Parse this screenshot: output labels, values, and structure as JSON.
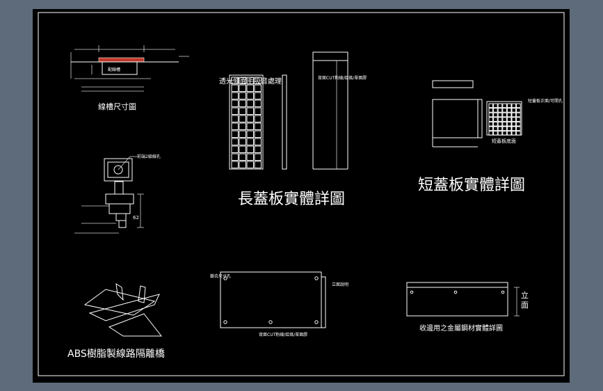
{
  "labels": {
    "groove": "線槽尺寸圖",
    "long_cover": "長蓋板實體詳圖",
    "short_cover": "短蓋板實體詳圖",
    "short_bottom": "短蓋板底面",
    "abs_bridge": "ABS樹脂製線路隔離橋",
    "metal_strip": "收邊用之金屬鋼材實體詳圖",
    "elevation_1": "立",
    "elevation_2": "面",
    "side_elev": "立面說明",
    "sponge": "透光條面毛吸音處理",
    "cut_note": "背面CUT粉線/鋁條/單面膠",
    "hole_note": "鎖合尺寸孔",
    "side_note_2": "前端2級線孔",
    "dim_62": "62",
    "pcb_label": "配線槽",
    "short_note": "短蓋板正面/可開孔"
  },
  "colors": {
    "background": "#000000",
    "frame": "#5d6b7a",
    "line": "#ffffff"
  }
}
